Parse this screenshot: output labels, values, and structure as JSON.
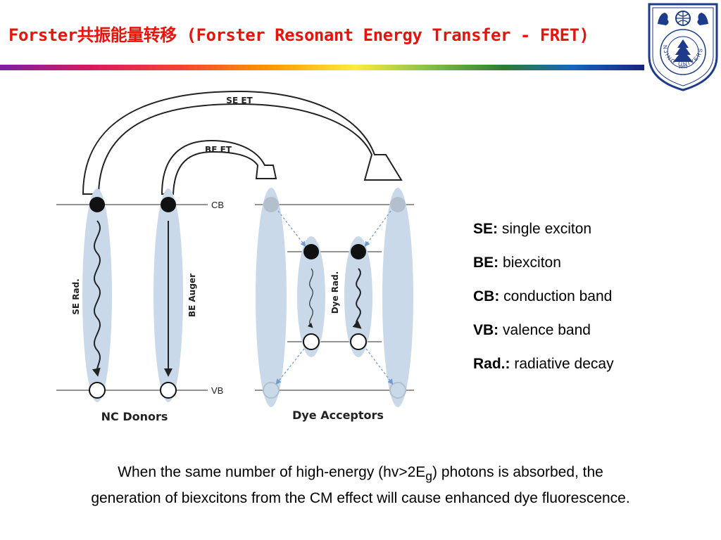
{
  "title": {
    "text": "Forster共振能量转移 (Forster Resonant Energy Transfer - FRET)"
  },
  "logo": {
    "text": "NANJING UNIVERSITY",
    "year": "1902"
  },
  "diagram": {
    "se_et": "SE ET",
    "be_et": "BE ET",
    "cb": "CB",
    "vb": "VB",
    "se_rad": "SE Rad.",
    "be_auger": "BE Auger",
    "dye_rad": "Dye Rad.",
    "nc_donors": "NC Donors",
    "dye_acceptors": "Dye Acceptors"
  },
  "legend": [
    {
      "term": "SE:",
      "desc": "single exciton"
    },
    {
      "term": "BE:",
      "desc": "biexciton"
    },
    {
      "term": "CB:",
      "desc": "conduction band"
    },
    {
      "term": "VB:",
      "desc": "valence band"
    },
    {
      "term": "Rad.:",
      "desc": "radiative decay"
    }
  ],
  "caption": {
    "line1_before": "When the same number of high-energy (hv>2E",
    "line1_sub": "g",
    "line1_after": ") photons is absorbed, the",
    "line2": "generation of  biexcitons from the CM effect will cause enhanced dye fluorescence."
  },
  "colors": {
    "title": "#e8140c",
    "ellipse_fill": "#c9d9ea",
    "dot": "#111111",
    "faint_dot": "#b3bfcc",
    "dash_arrow": "#6f9bd1",
    "logo_blue": "#1e3a8a"
  }
}
